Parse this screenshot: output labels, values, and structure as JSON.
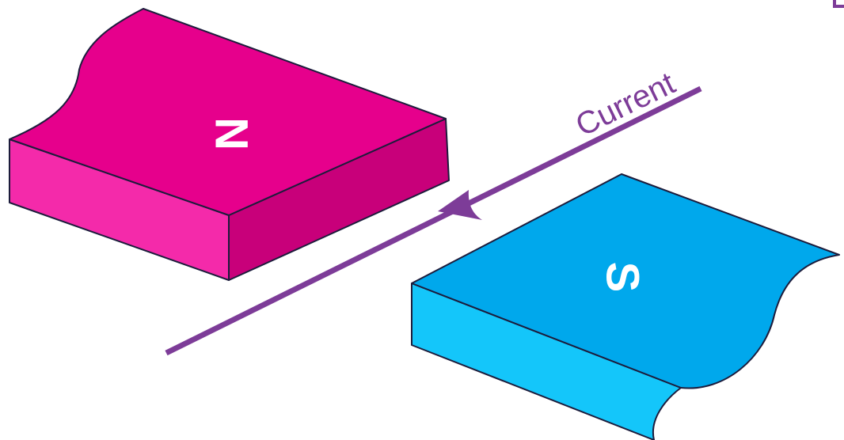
{
  "magnet_north": {
    "label": "N",
    "top_color": "#E6008C",
    "front_color": "#F42AAA",
    "side_color": "#C8007A"
  },
  "magnet_south": {
    "label": "S",
    "top_color": "#00A8EC",
    "front_color": "#14C6FA",
    "side_color": "#0096D4"
  },
  "current": {
    "label": "Current",
    "color": "#7D3C98"
  },
  "outline_color": "#1C1C3C"
}
